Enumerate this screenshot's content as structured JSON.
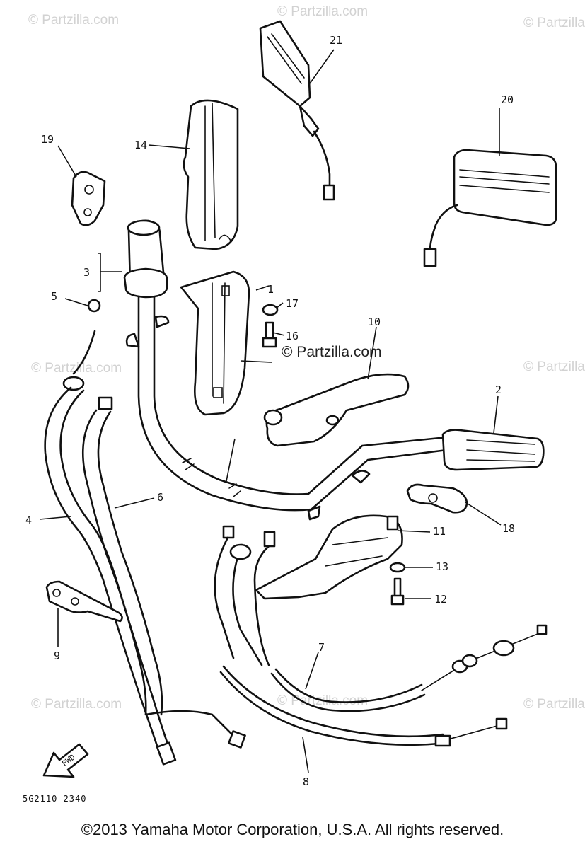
{
  "watermark": {
    "text": "© Partzilla.com",
    "center_text": "© Partzilla.com"
  },
  "callouts": {
    "c1": "1",
    "c2": "2",
    "c3": "3",
    "c4": "4",
    "c5": "5",
    "c6": "6",
    "c7": "7",
    "c8": "8",
    "c9": "9",
    "c10": "10",
    "c11": "11",
    "c12": "12",
    "c13": "13",
    "c14": "14",
    "c16": "16",
    "c17": "17",
    "c18": "18",
    "c19": "19",
    "c20": "20",
    "c21": "21"
  },
  "fwd_arrow_label": "FWD",
  "diagram_code": "5G2110-2340",
  "footer": "©2013 Yamaha Motor Corporation, U.S.A. All rights reserved."
}
